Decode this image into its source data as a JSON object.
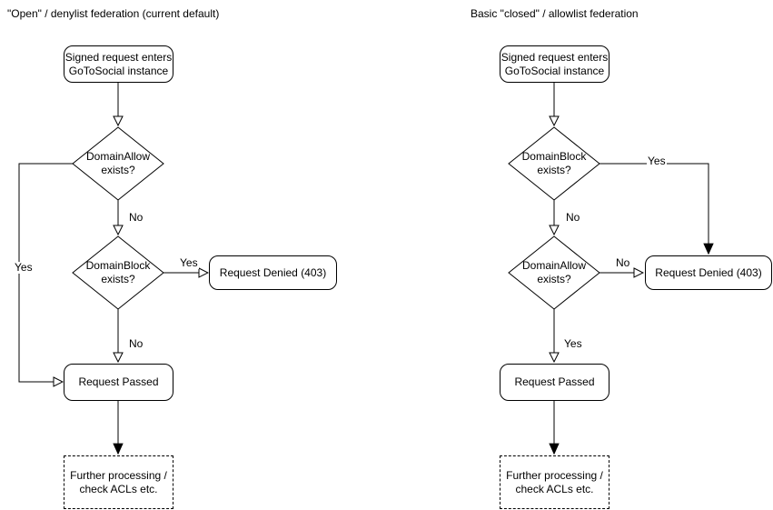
{
  "colors": {
    "stroke": "#000000",
    "text": "#000000",
    "background": "#ffffff"
  },
  "left_chart": {
    "title": "\"Open\" / denylist federation (current default)",
    "nodes": {
      "start": "Signed request enters\nGoToSocial instance",
      "decision1": "DomainAllow\nexists?",
      "decision2": "DomainBlock\nexists?",
      "denied": "Request Denied (403)",
      "passed": "Request Passed",
      "further": "Further processing /\ncheck ACLs etc."
    },
    "edge_labels": {
      "decision1_yes": "Yes",
      "decision1_no": "No",
      "decision2_yes": "Yes",
      "decision2_no": "No"
    }
  },
  "right_chart": {
    "title": "Basic \"closed\" / allowlist federation",
    "nodes": {
      "start": "Signed request enters\nGoToSocial instance",
      "decision1": "DomainBlock\nexists?",
      "decision2": "DomainAllow\nexists?",
      "denied": "Request Denied (403)",
      "passed": "Request Passed",
      "further": "Further processing /\ncheck ACLs etc."
    },
    "edge_labels": {
      "decision1_yes": "Yes",
      "decision1_no": "No",
      "decision2_no": "No",
      "decision2_yes": "Yes"
    }
  }
}
